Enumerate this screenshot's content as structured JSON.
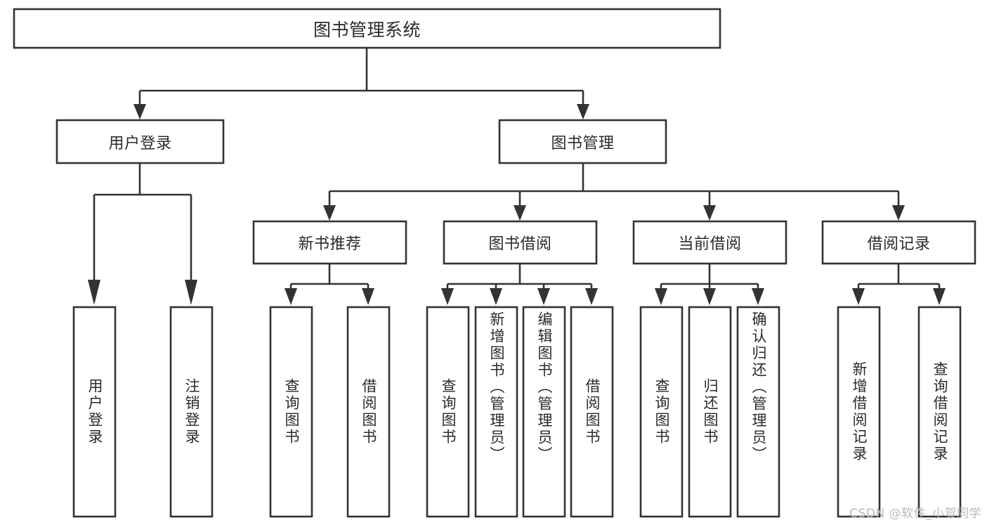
{
  "diagram": {
    "title": "图书管理系统",
    "watermark": "CSDN @软件_小贺同学",
    "colors": {
      "stroke": "#333333",
      "fill": "#ffffff",
      "text": "#2b2b2b",
      "watermark": "#b9b9b9"
    },
    "root": {
      "id": "root",
      "label": "图书管理系统"
    },
    "level2": [
      {
        "id": "user-login",
        "label": "用户登录"
      },
      {
        "id": "book-manage",
        "label": "图书管理"
      }
    ],
    "level3": [
      {
        "id": "new-book-recommend",
        "label": "新书推荐"
      },
      {
        "id": "book-borrow",
        "label": "图书借阅"
      },
      {
        "id": "current-borrow",
        "label": "当前借阅"
      },
      {
        "id": "borrow-record",
        "label": "借阅记录"
      }
    ],
    "leaves": {
      "user-login": [
        {
          "id": "leaf-user-login",
          "label": "用户登录"
        },
        {
          "id": "leaf-logout",
          "label": "注销登录"
        }
      ],
      "new-book-recommend": [
        {
          "id": "leaf-query-book-1",
          "label": "查询图书"
        },
        {
          "id": "leaf-borrow-book-1",
          "label": "借阅图书"
        }
      ],
      "book-borrow": [
        {
          "id": "leaf-query-book-2",
          "label": "查询图书"
        },
        {
          "id": "leaf-add-book",
          "label": "新增图书（管理员）"
        },
        {
          "id": "leaf-edit-book",
          "label": "编辑图书（管理员）"
        },
        {
          "id": "leaf-borrow-book-2",
          "label": "借阅图书"
        }
      ],
      "current-borrow": [
        {
          "id": "leaf-query-book-3",
          "label": "查询图书"
        },
        {
          "id": "leaf-return-book",
          "label": "归还图书"
        },
        {
          "id": "leaf-confirm-return",
          "label": "确认归还（管理员）"
        }
      ],
      "borrow-record": [
        {
          "id": "leaf-add-record",
          "label": "新增借阅记录"
        },
        {
          "id": "leaf-query-record",
          "label": "查询借阅记录"
        }
      ]
    }
  }
}
